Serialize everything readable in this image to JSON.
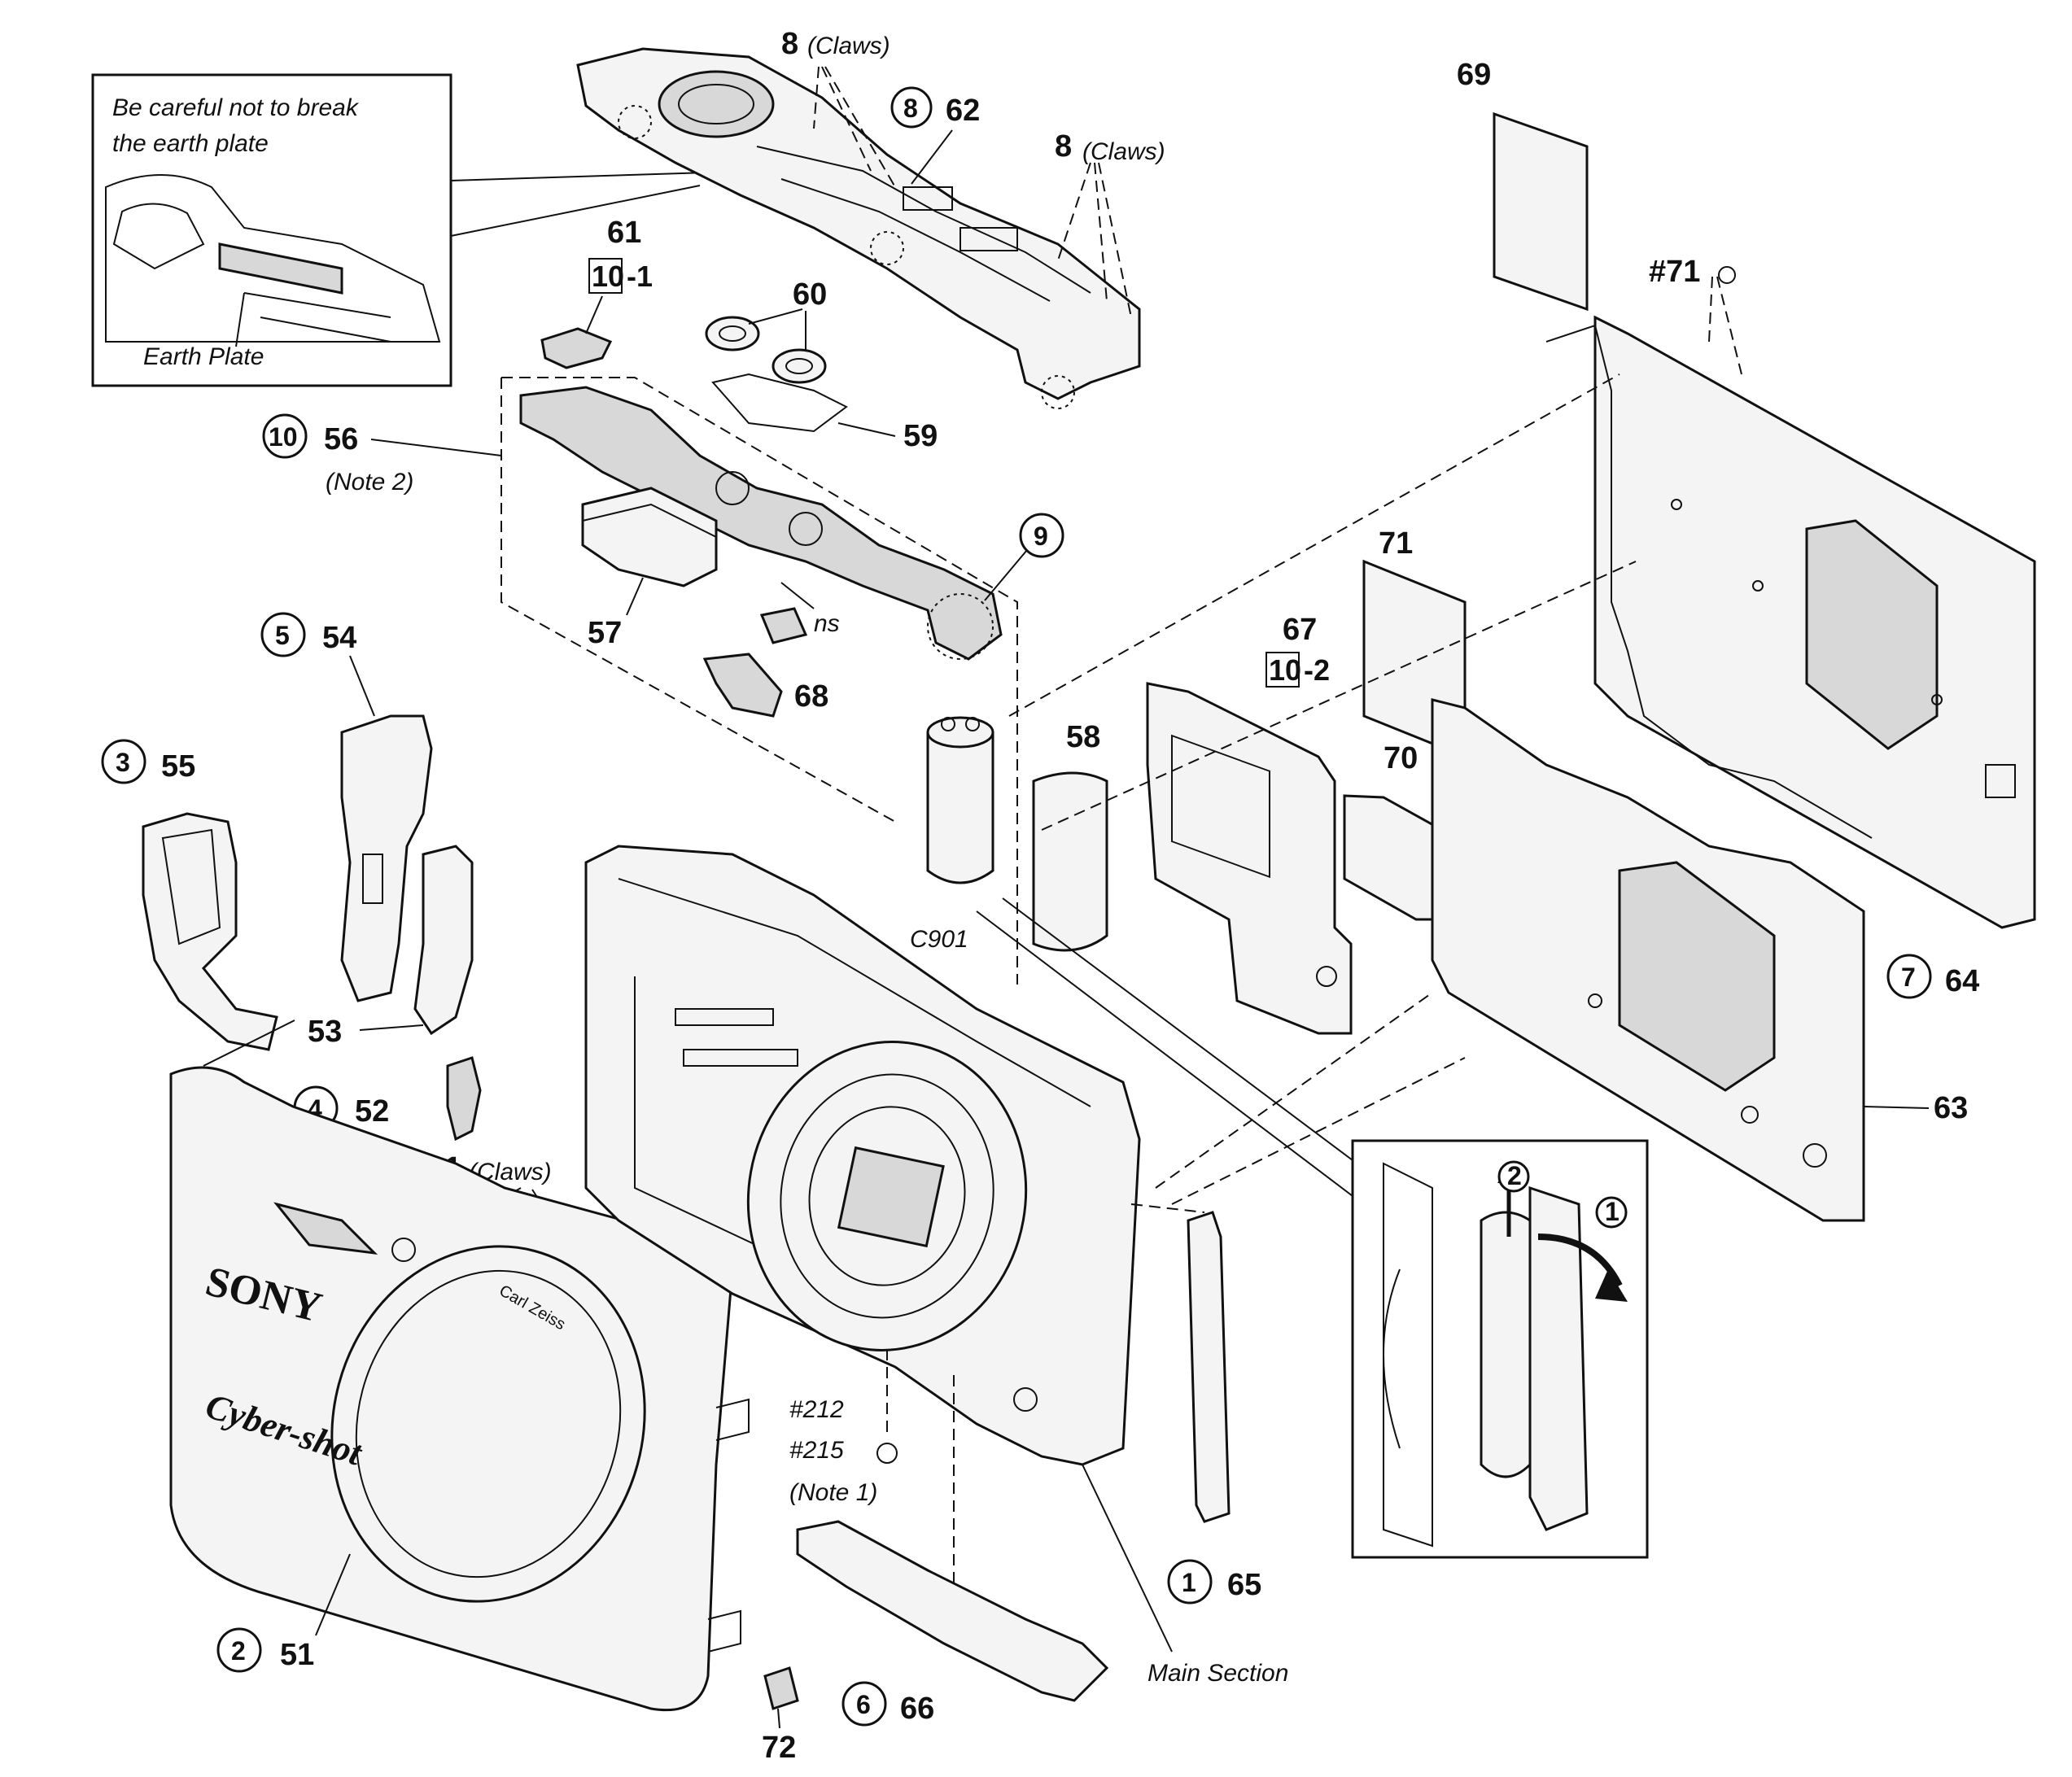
{
  "callouts": {
    "top_claws": "8",
    "top_claws_note": "(Claws)",
    "right_claws": "8",
    "right_claws_note": "(Claws)",
    "bottom_claws": "1",
    "bottom_claws_note": "(Claws)",
    "earth_note_line1": "Be careful not to break",
    "earth_note_line2": "the earth plate",
    "earth_plate": "Earth Plate",
    "note2": "(Note 2)",
    "note1": "(Note 1)",
    "ns": "ns",
    "c901": "C901",
    "screw71": "#71",
    "screw212": "#212",
    "screw215": "#215",
    "main_section": "Main Section",
    "box10": "10",
    "suffix1": "-1",
    "suffix2": "-2"
  },
  "parts": {
    "p51": "51",
    "p52": "52",
    "p53": "53",
    "p54": "54",
    "p55": "55",
    "p56": "56",
    "p57": "57",
    "p58": "58",
    "p59": "59",
    "p60": "60",
    "p61": "61",
    "p62": "62",
    "p63": "63",
    "p64": "64",
    "p65": "65",
    "p66": "66",
    "p67": "67",
    "p68": "68",
    "p69": "69",
    "p70": "70",
    "p71": "71",
    "p72": "72"
  },
  "steps": {
    "s1": "1",
    "s2": "2",
    "s3": "3",
    "s4": "4",
    "s5": "5",
    "s6": "6",
    "s7": "7",
    "s8": "8",
    "s9": "9",
    "s10": "10",
    "d1": "1",
    "d2": "2"
  },
  "brand": {
    "logo": "SONY",
    "model": "Cyber-shot",
    "lens": "Carl Zeiss"
  }
}
